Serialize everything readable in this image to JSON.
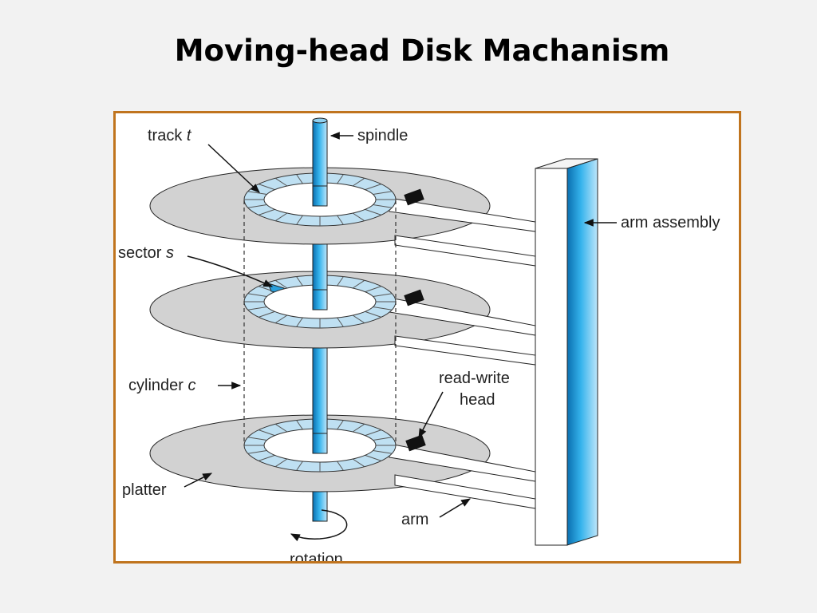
{
  "slide": {
    "title": "Moving-head Disk Machanism"
  },
  "diagram": {
    "labels": {
      "track_prefix": "track",
      "track_var": "t",
      "spindle": "spindle",
      "sector_prefix": "sector",
      "sector_var": "s",
      "arm_assembly": "arm assembly",
      "cylinder_prefix": "cylinder",
      "cylinder_var": "c",
      "read_write_line1": "read-write",
      "read_write_line2": "head",
      "platter": "platter",
      "arm": "arm",
      "rotation": "rotation"
    },
    "colors": {
      "frame_border": "#c0741e",
      "spindle_blue": "#2aa0dc",
      "track_blue": "#bfe0f2",
      "platter_gray": "#d2d2d2"
    }
  }
}
